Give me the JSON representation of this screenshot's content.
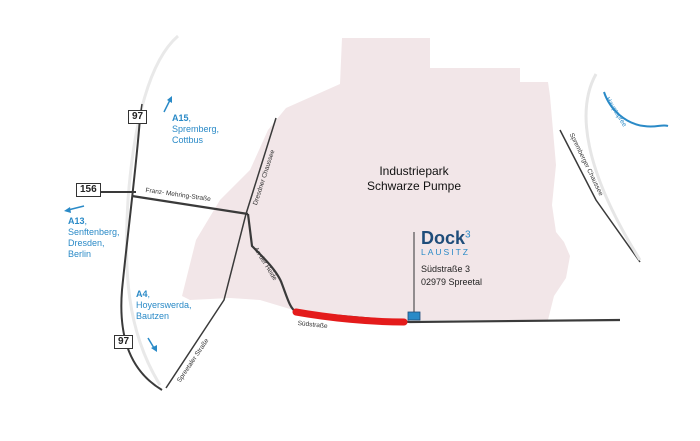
{
  "map": {
    "area_title_line1": "Industriepark",
    "area_title_line2": "Schwarze Pumpe",
    "highways": {
      "b97_top": "97",
      "b97_bottom": "97",
      "b156": "156"
    },
    "directions": {
      "a15": {
        "road": "A15",
        "places": [
          "Spremberg,",
          "Cottbus"
        ]
      },
      "a13": {
        "road": "A13",
        "places": [
          "Senftenberg,",
          "Dresden,",
          "Berlin"
        ]
      },
      "a4": {
        "road": "A4",
        "places": [
          "Hoyerswerda,",
          "Bautzen"
        ]
      }
    },
    "streets": {
      "franz_mehring": "Franz-  Mehring-Straße",
      "dresdner_chaussee": "Dresdner Chaussee",
      "an_der_heide": "An der Heide",
      "suedstrasse": "Südstraße",
      "spreetaler_strasse": "Spreetaler  Straße",
      "spremberger_chaussee": "Spremberger Chaussee",
      "hauptspree": "Hauptspree"
    },
    "dock": {
      "name": "Dock",
      "superscript": "3",
      "subtitle": "LAUSITZ",
      "address_line1": "Südstraße 3",
      "address_line2": "02979 Spreetal"
    },
    "colors": {
      "industrial_area": "#f2e6e8",
      "road": "#3a3a3a",
      "highlight": "#e41b1b",
      "river": "#2a8ac7",
      "label_blue": "#2a8ac7",
      "brand": "#1f4d7a"
    }
  }
}
